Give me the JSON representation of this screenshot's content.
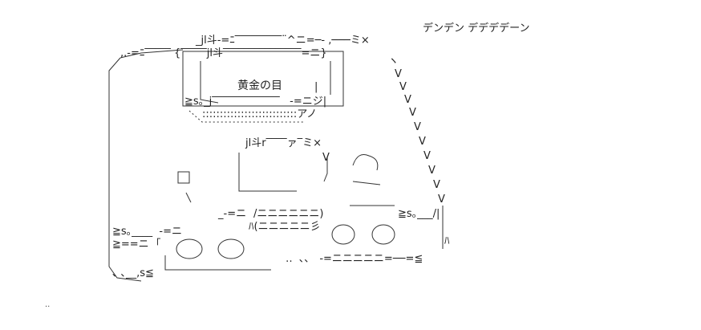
{
  "sound_text": "デンデン デデデデーン",
  "cartridge_label": "黄金の目",
  "corner_marks": "..",
  "art_lines": {
    "l1": "_jl斗-=ﾆ‾‾‾‾‾‾‾‾‾¨^ニ=─‐ ,───ミ×",
    "l2": ",.-=ﾆ‾‾‾‾‾ {‾‾‾‾‾jl斗‾‾‾‾‾‾‾‾‾‾‾‾‾‾‾=ニ}",
    "l3": "≧s｡_j‾‾‾‾‾‾‾‾‾‾‾‾‾   -=ニジ|",
    "l4": ":::::::::::::::::::::::::::アノ",
    "l5": "jl斗r‾‾‾‾ァ‾ミ×",
    "l6": "_-=ニ",
    "l7": "/ニニニニニニ)",
    "l8": "ﾊ(ニニニニニ彡",
    "l9": "≧s｡___/|",
    "l10": "≧s｡____  -=ニ",
    "l11": "≧==ニ  ｢",
    "l12": "‥  ､､   -=ニニニニニ=──=≦",
    "l13": "､ ､__,s≦",
    "l14": "ﾊ"
  }
}
